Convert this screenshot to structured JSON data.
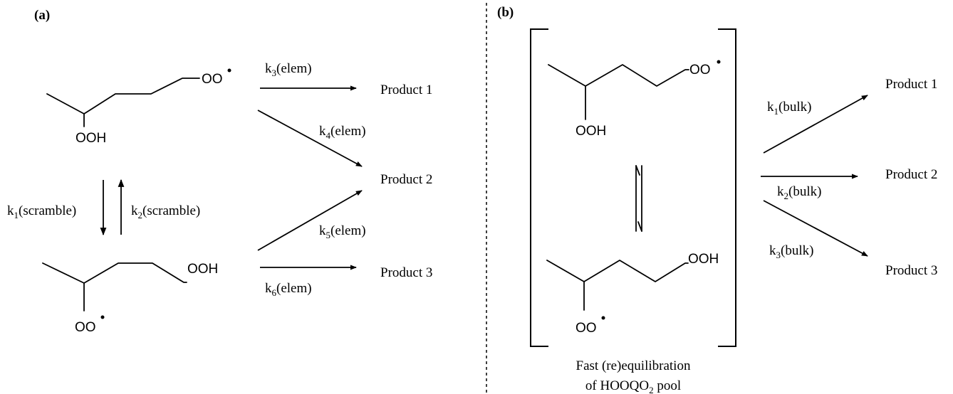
{
  "panel_a": {
    "label": "(a)",
    "top_molecule": {
      "group_end": "OO",
      "group_branch": "OOH"
    },
    "bottom_molecule": {
      "group_end": "OOH",
      "group_branch": "OO"
    },
    "k1": {
      "sym": "k",
      "sub": "1",
      "text": "(scramble)"
    },
    "k2": {
      "sym": "k",
      "sub": "2",
      "text": "(scramble)"
    },
    "k3": {
      "sym": "k",
      "sub": "3",
      "text": "(elem)"
    },
    "k4": {
      "sym": "k",
      "sub": "4",
      "text": "(elem)"
    },
    "k5": {
      "sym": "k",
      "sub": "5",
      "text": "(elem)"
    },
    "k6": {
      "sym": "k",
      "sub": "6",
      "text": "(elem)"
    },
    "product1": "Product 1",
    "product2": "Product 2",
    "product3": "Product 3"
  },
  "panel_b": {
    "label": "(b)",
    "top_molecule": {
      "group_end": "OO",
      "group_branch": "OOH"
    },
    "bottom_molecule": {
      "group_end": "OOH",
      "group_branch": "OO"
    },
    "k1": {
      "sym": "k",
      "sub": "1",
      "text": "(bulk)"
    },
    "k2": {
      "sym": "k",
      "sub": "2",
      "text": "(bulk)"
    },
    "k3": {
      "sym": "k",
      "sub": "3",
      "text": "(bulk)"
    },
    "product1": "Product 1",
    "product2": "Product 2",
    "product3": "Product 3",
    "caption_line1": "Fast (re)equilibration",
    "caption_line2_pre": "of HOOQO",
    "caption_line2_sub": "2",
    "caption_line2_post": " pool"
  }
}
